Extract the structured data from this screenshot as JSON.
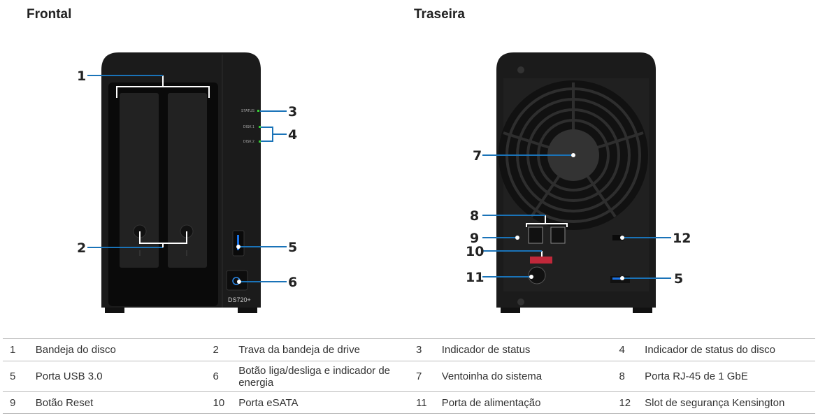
{
  "headings": {
    "front": "Frontal",
    "rear": "Traseira"
  },
  "front_device": {
    "model": "DS720+",
    "led_labels": [
      "STATUS",
      "DISK 1",
      "DISK 2"
    ]
  },
  "callouts": {
    "c1": "1",
    "c2": "2",
    "c3": "3",
    "c4": "4",
    "c5": "5",
    "c6": "6",
    "c7": "7",
    "c8": "8",
    "c9": "9",
    "c10": "10",
    "c11": "11",
    "c12": "12",
    "c5b": "5"
  },
  "colors": {
    "callout_line": "#1a73b8",
    "led": "#3c3",
    "device": "#1b1b1b"
  },
  "legend": [
    [
      {
        "n": "1",
        "t": "Bandeja do disco"
      },
      {
        "n": "2",
        "t": "Trava da bandeja de drive"
      },
      {
        "n": "3",
        "t": "Indicador de status"
      },
      {
        "n": "4",
        "t": "Indicador de status do disco"
      }
    ],
    [
      {
        "n": "5",
        "t": "Porta USB 3.0"
      },
      {
        "n": "6",
        "t": "Botão liga/desliga e indicador de energia"
      },
      {
        "n": "7",
        "t": "Ventoinha do sistema"
      },
      {
        "n": "8",
        "t": "Porta RJ-45 de 1 GbE"
      }
    ],
    [
      {
        "n": "9",
        "t": "Botão Reset"
      },
      {
        "n": "10",
        "t": "Porta eSATA"
      },
      {
        "n": "11",
        "t": "Porta de alimentação"
      },
      {
        "n": "12",
        "t": "Slot de segurança Kensington"
      }
    ]
  ]
}
